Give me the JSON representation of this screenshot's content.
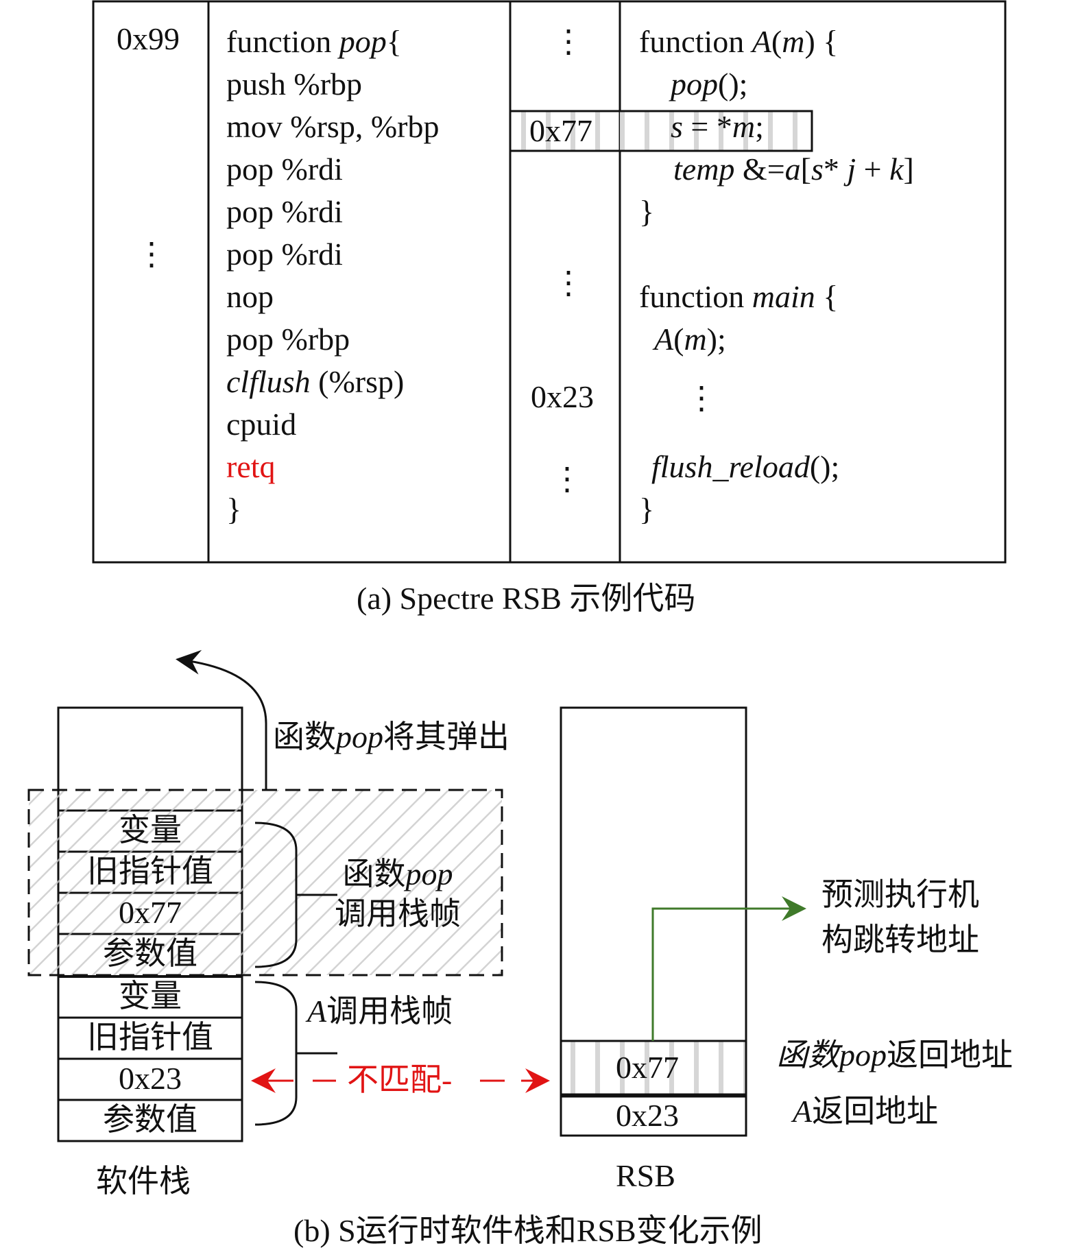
{
  "panel_a": {
    "caption": "(a)  Spectre RSB 示例代码",
    "col1": {
      "addr_top": "0x99",
      "dots": "⋮"
    },
    "col2": [
      {
        "html": "function <i>pop</i>{"
      },
      {
        "html": "push %rbp"
      },
      {
        "html": "mov %rsp, %rbp"
      },
      {
        "html": "pop %rdi"
      },
      {
        "html": "pop %rdi"
      },
      {
        "html": "pop %rdi"
      },
      {
        "html": "nop"
      },
      {
        "html": "pop %rbp"
      },
      {
        "html": "<i>clflush</i> (%rsp)"
      },
      {
        "html": "cpuid"
      },
      {
        "html": "retq",
        "color": "#e11414"
      },
      {
        "html": "}"
      }
    ],
    "col3": {
      "addr_77": "0x77",
      "addr_23": "0x23",
      "dots": "⋮"
    },
    "col4": {
      "func_a": "function <i>A</i>(<i>m</i>) {",
      "pop_call": "<i>pop</i>();",
      "assign": "<i>s</i> = *<i>m</i>;",
      "temp": "<i>temp</i> &amp;=<i>a</i>[<i>s</i>* <i>j</i> + <i>k</i>]",
      "close1": "}",
      "func_main": "function <i>main</i> {",
      "call_a": "<i>A</i>(<i>m</i>);",
      "dots": "⋮",
      "flush": "<i>flush_reload</i>();",
      "close2": "}"
    }
  },
  "panel_b": {
    "caption": "(b)  S运行时软件栈和RSB变化示例",
    "pop_out_label": "函数<i>pop</i>将其弹出",
    "stack_label": "软件栈",
    "stack_cells": [
      "变量",
      "旧指针值",
      "0x77",
      "参数值",
      "变量",
      "旧指针值",
      "0x23",
      "参数值"
    ],
    "pop_frame_label": "函数<i>pop</i><br>调用栈帧",
    "a_frame_label": "<i>A</i>调用栈帧",
    "mismatch_label": "不匹配-",
    "rsb_label": "RSB",
    "rsb_cells": [
      "0x77",
      "0x23"
    ],
    "predict_label": "预测执行机<br>构跳转地址",
    "pop_ret_label": "<i>函数pop</i>返回地址",
    "a_ret_label": "<i>A</i>返回地址"
  },
  "colors": {
    "red": "#e11414",
    "green": "#3f7a2a",
    "hatch": "#c8c8c8"
  }
}
